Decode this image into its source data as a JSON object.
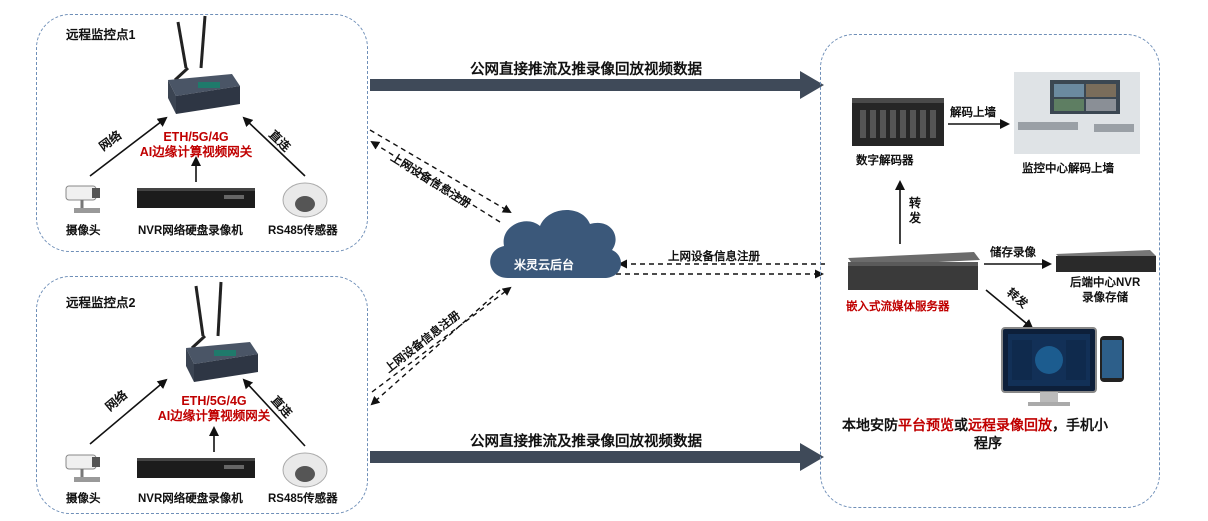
{
  "sites": [
    {
      "title": "远程监控点1",
      "gateway_line1": "ETH/5G/4G",
      "gateway_line2": "AI边缘计算视频网关",
      "camera_label": "摄像头",
      "nvr_label": "NVR网络硬盘录像机",
      "sensor_label": "RS485传感器",
      "network_label": "网络",
      "direct_label": "直连"
    },
    {
      "title": "远程监控点2",
      "gateway_line1": "ETH/5G/4G",
      "gateway_line2": "AI边缘计算视频网关",
      "camera_label": "摄像头",
      "nvr_label": "NVR网络硬盘录像机",
      "sensor_label": "RS485传感器",
      "network_label": "网络",
      "direct_label": "直连"
    }
  ],
  "flow_top": "公网直接推流及推录像回放视频数据",
  "flow_bottom": "公网直接推流及推录像回放视频数据",
  "register_site1": "上网设备信息注册",
  "register_site2": "上网设备信息注册",
  "register_server": "上网设备信息注册",
  "cloud_label": "米灵云后台",
  "center": {
    "decoder_label": "数字解码器",
    "decode_wall_arrow": "解码上墙",
    "monitor_center_label": "监控中心解码上墙",
    "forward1": "转发",
    "server_label": "嵌入式流媒体服务器",
    "store_label": "储存录像",
    "nvr_line1": "后端中心NVR",
    "nvr_line2": "录像存储",
    "forward2": "转发",
    "bottom_p1": "本地安防",
    "bottom_p2": "平台预览",
    "bottom_p3": "或",
    "bottom_p4": "远程录像回放",
    "bottom_p5": "，手机小",
    "bottom_p6": "程序"
  },
  "colors": {
    "border": "#6f8fb8",
    "red_text": "#c00000",
    "flow_arrow": "#3f4a59",
    "cloud": "#3b587a"
  }
}
